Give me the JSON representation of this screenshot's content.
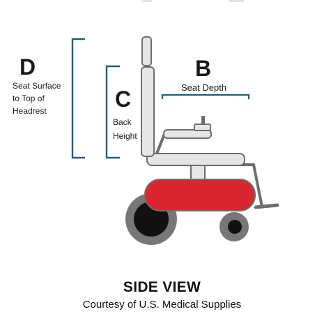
{
  "labels": {
    "d_letter": "D",
    "d_text": [
      "Seat Surface",
      "to Top of",
      "Headrest"
    ],
    "c_letter": "C",
    "c_text": [
      "Back",
      "Height"
    ],
    "b_letter": "B",
    "b_text": "Seat Depth"
  },
  "caption": {
    "title": "SIDE VIEW",
    "subtitle": "Courtesy of U.S. Medical Supplies"
  },
  "colors": {
    "bracket": "#1f5f7a",
    "frame_fill": "#e6e6e6",
    "frame_stroke": "#6e6e6e",
    "base_red": "#d92630",
    "wheel_tire": "#777777",
    "wheel_hub": "#111111"
  }
}
